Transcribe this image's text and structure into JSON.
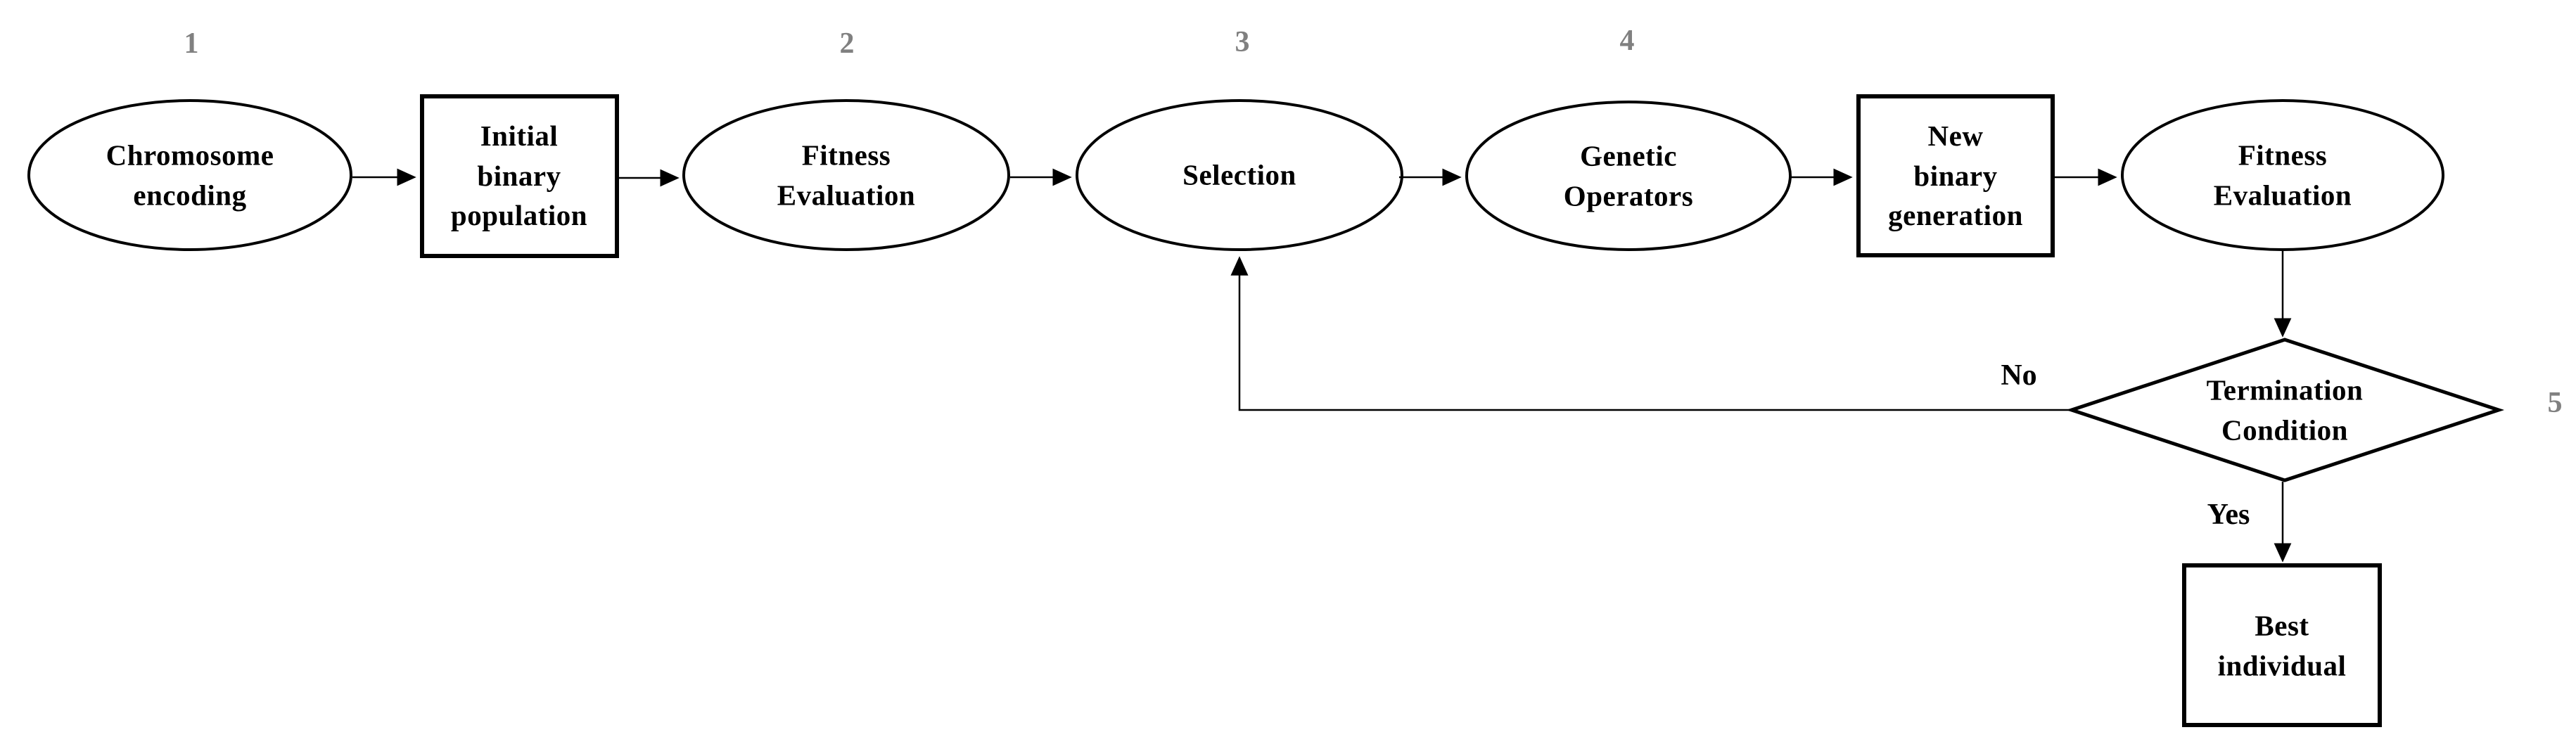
{
  "flowchart": {
    "nodes": {
      "chromosome_encoding": {
        "label": "Chromosome\nencoding",
        "shape": "ellipse",
        "step": "1"
      },
      "initial_binary_population": {
        "label": "Initial\nbinary\npopulation",
        "shape": "rect"
      },
      "fitness_evaluation_1": {
        "label": "Fitness\nEvaluation",
        "shape": "ellipse",
        "step": "2"
      },
      "selection": {
        "label": "Selection",
        "shape": "ellipse",
        "step": "3"
      },
      "genetic_operators": {
        "label": "Genetic\nOperators",
        "shape": "ellipse",
        "step": "4"
      },
      "new_binary_generation": {
        "label": "New\nbinary\ngeneration",
        "shape": "rect"
      },
      "fitness_evaluation_2": {
        "label": "Fitness\nEvaluation",
        "shape": "ellipse"
      },
      "termination_condition": {
        "label": "Termination\nCondition",
        "shape": "diamond",
        "step": "5"
      },
      "best_individual": {
        "label": "Best\nindividual",
        "shape": "rect"
      }
    },
    "steps": {
      "s1": "1",
      "s2": "2",
      "s3": "3",
      "s4": "4",
      "s5": "5"
    },
    "edge_labels": {
      "no": "No",
      "yes": "Yes"
    },
    "edges": [
      {
        "from": "chromosome_encoding",
        "to": "initial_binary_population"
      },
      {
        "from": "initial_binary_population",
        "to": "fitness_evaluation_1"
      },
      {
        "from": "fitness_evaluation_1",
        "to": "selection"
      },
      {
        "from": "selection",
        "to": "genetic_operators"
      },
      {
        "from": "genetic_operators",
        "to": "new_binary_generation"
      },
      {
        "from": "new_binary_generation",
        "to": "fitness_evaluation_2"
      },
      {
        "from": "fitness_evaluation_2",
        "to": "termination_condition"
      },
      {
        "from": "termination_condition",
        "to": "selection",
        "label": "No"
      },
      {
        "from": "termination_condition",
        "to": "best_individual",
        "label": "Yes"
      }
    ],
    "colors": {
      "shape_stroke": "#000000",
      "shape_fill": "#ffffff",
      "step_number": "#808080",
      "text": "#000000",
      "background": "#ffffff"
    }
  }
}
